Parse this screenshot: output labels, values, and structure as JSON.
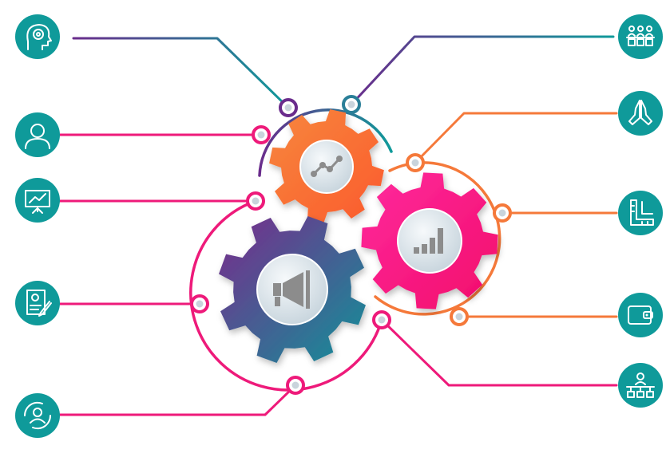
{
  "colors": {
    "teal": "#0f9a9a",
    "purple": "#6a2c8c",
    "magenta": "#ee1a7a",
    "orange": "#f5793a",
    "gear_orange_a": "#f7873e",
    "gear_orange_b": "#fb5a2c",
    "gear_pink_a": "#ff2a9e",
    "gear_pink_b": "#f20c6a",
    "gear_purple_a": "#7a2a8c",
    "gear_purple_b": "#129199",
    "hub_light": "#eef3f6",
    "hub_dark": "#c9d6de",
    "icon_gray": "#8c8c8c"
  },
  "left_icons": [
    "brain-head-icon",
    "person-icon",
    "presentation-chart-icon",
    "resume-document-icon",
    "team-cycle-icon"
  ],
  "right_icons": [
    "team-checklist-icon",
    "praying-hands-icon",
    "ruler-measure-icon",
    "wallet-icon",
    "org-chart-icon"
  ],
  "gears": [
    {
      "name": "orange-gear",
      "hub_icon": "trend-line-icon"
    },
    {
      "name": "pink-gear",
      "hub_icon": "bar-chart-icon"
    },
    {
      "name": "purple-gear",
      "hub_icon": "megaphone-icon"
    }
  ]
}
